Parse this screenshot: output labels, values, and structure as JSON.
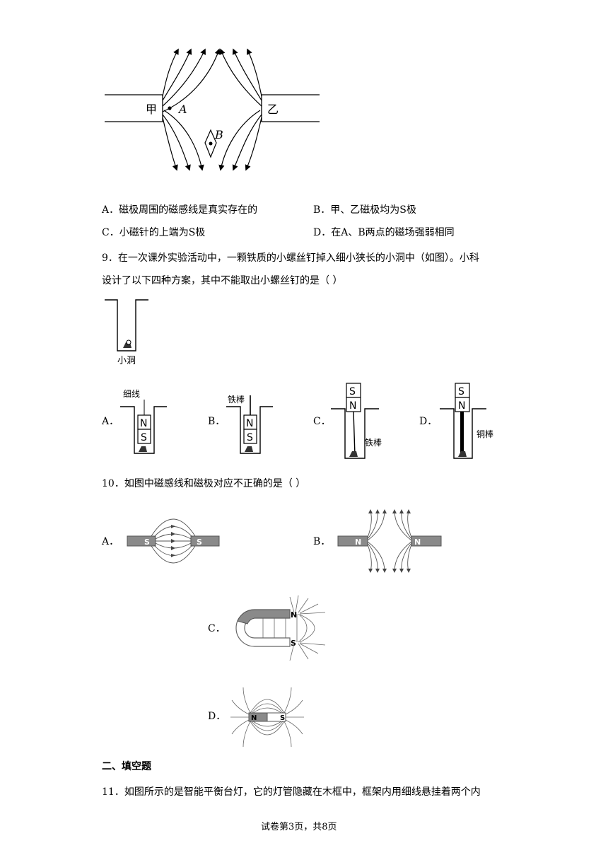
{
  "q8": {
    "figure": {
      "left_pole": "甲",
      "right_pole": "乙",
      "point_a": "A",
      "point_b": "B"
    },
    "options": [
      {
        "letter": "A．",
        "text": "磁极周围的磁感线是真实存在的"
      },
      {
        "letter": "B．",
        "text": "甲、乙磁极均为S极"
      },
      {
        "letter": "C．",
        "text": "小磁针的上端为S极"
      },
      {
        "letter": "D．",
        "text": "在A、B两点的磁场强弱相同"
      }
    ]
  },
  "q9": {
    "line1": "9．在一次课外实验活动中，一颗铁质的小螺丝钉掉入细小狭长的小洞中（如图）。小科",
    "line2": "设计了以下四种方案，其中不能取出小螺丝钉的是（        ）",
    "hole_caption": "小洞",
    "options": [
      {
        "letter": "A．",
        "label": "细线",
        "magnet_top": "N",
        "magnet_bottom": "S"
      },
      {
        "letter": "B．",
        "label": "铁棒",
        "magnet_top": "N",
        "magnet_bottom": "S"
      },
      {
        "letter": "C．",
        "label": "铁棒",
        "magnet_top": "S",
        "magnet_bottom": "N"
      },
      {
        "letter": "D．",
        "label": "铜棒",
        "magnet_top": "S",
        "magnet_bottom": "N"
      }
    ]
  },
  "q10": {
    "stem": "10．如图中磁感线和磁极对应不正确的是（    ）",
    "options": [
      {
        "letter": "A．",
        "left": "S",
        "right": "S"
      },
      {
        "letter": "B．",
        "left": "N",
        "right": "N"
      },
      {
        "letter": "C．",
        "top": "N",
        "bottom": "S"
      },
      {
        "letter": "D．",
        "left": "N",
        "right": "S"
      }
    ]
  },
  "section2": {
    "title": "二、填空题"
  },
  "q11": {
    "stem": "11．如图所示的是智能平衡台灯，它的灯管隐藏在木框中，框架内用细线悬挂着两个内"
  },
  "footer": {
    "text": "试卷第3页，共8页"
  }
}
